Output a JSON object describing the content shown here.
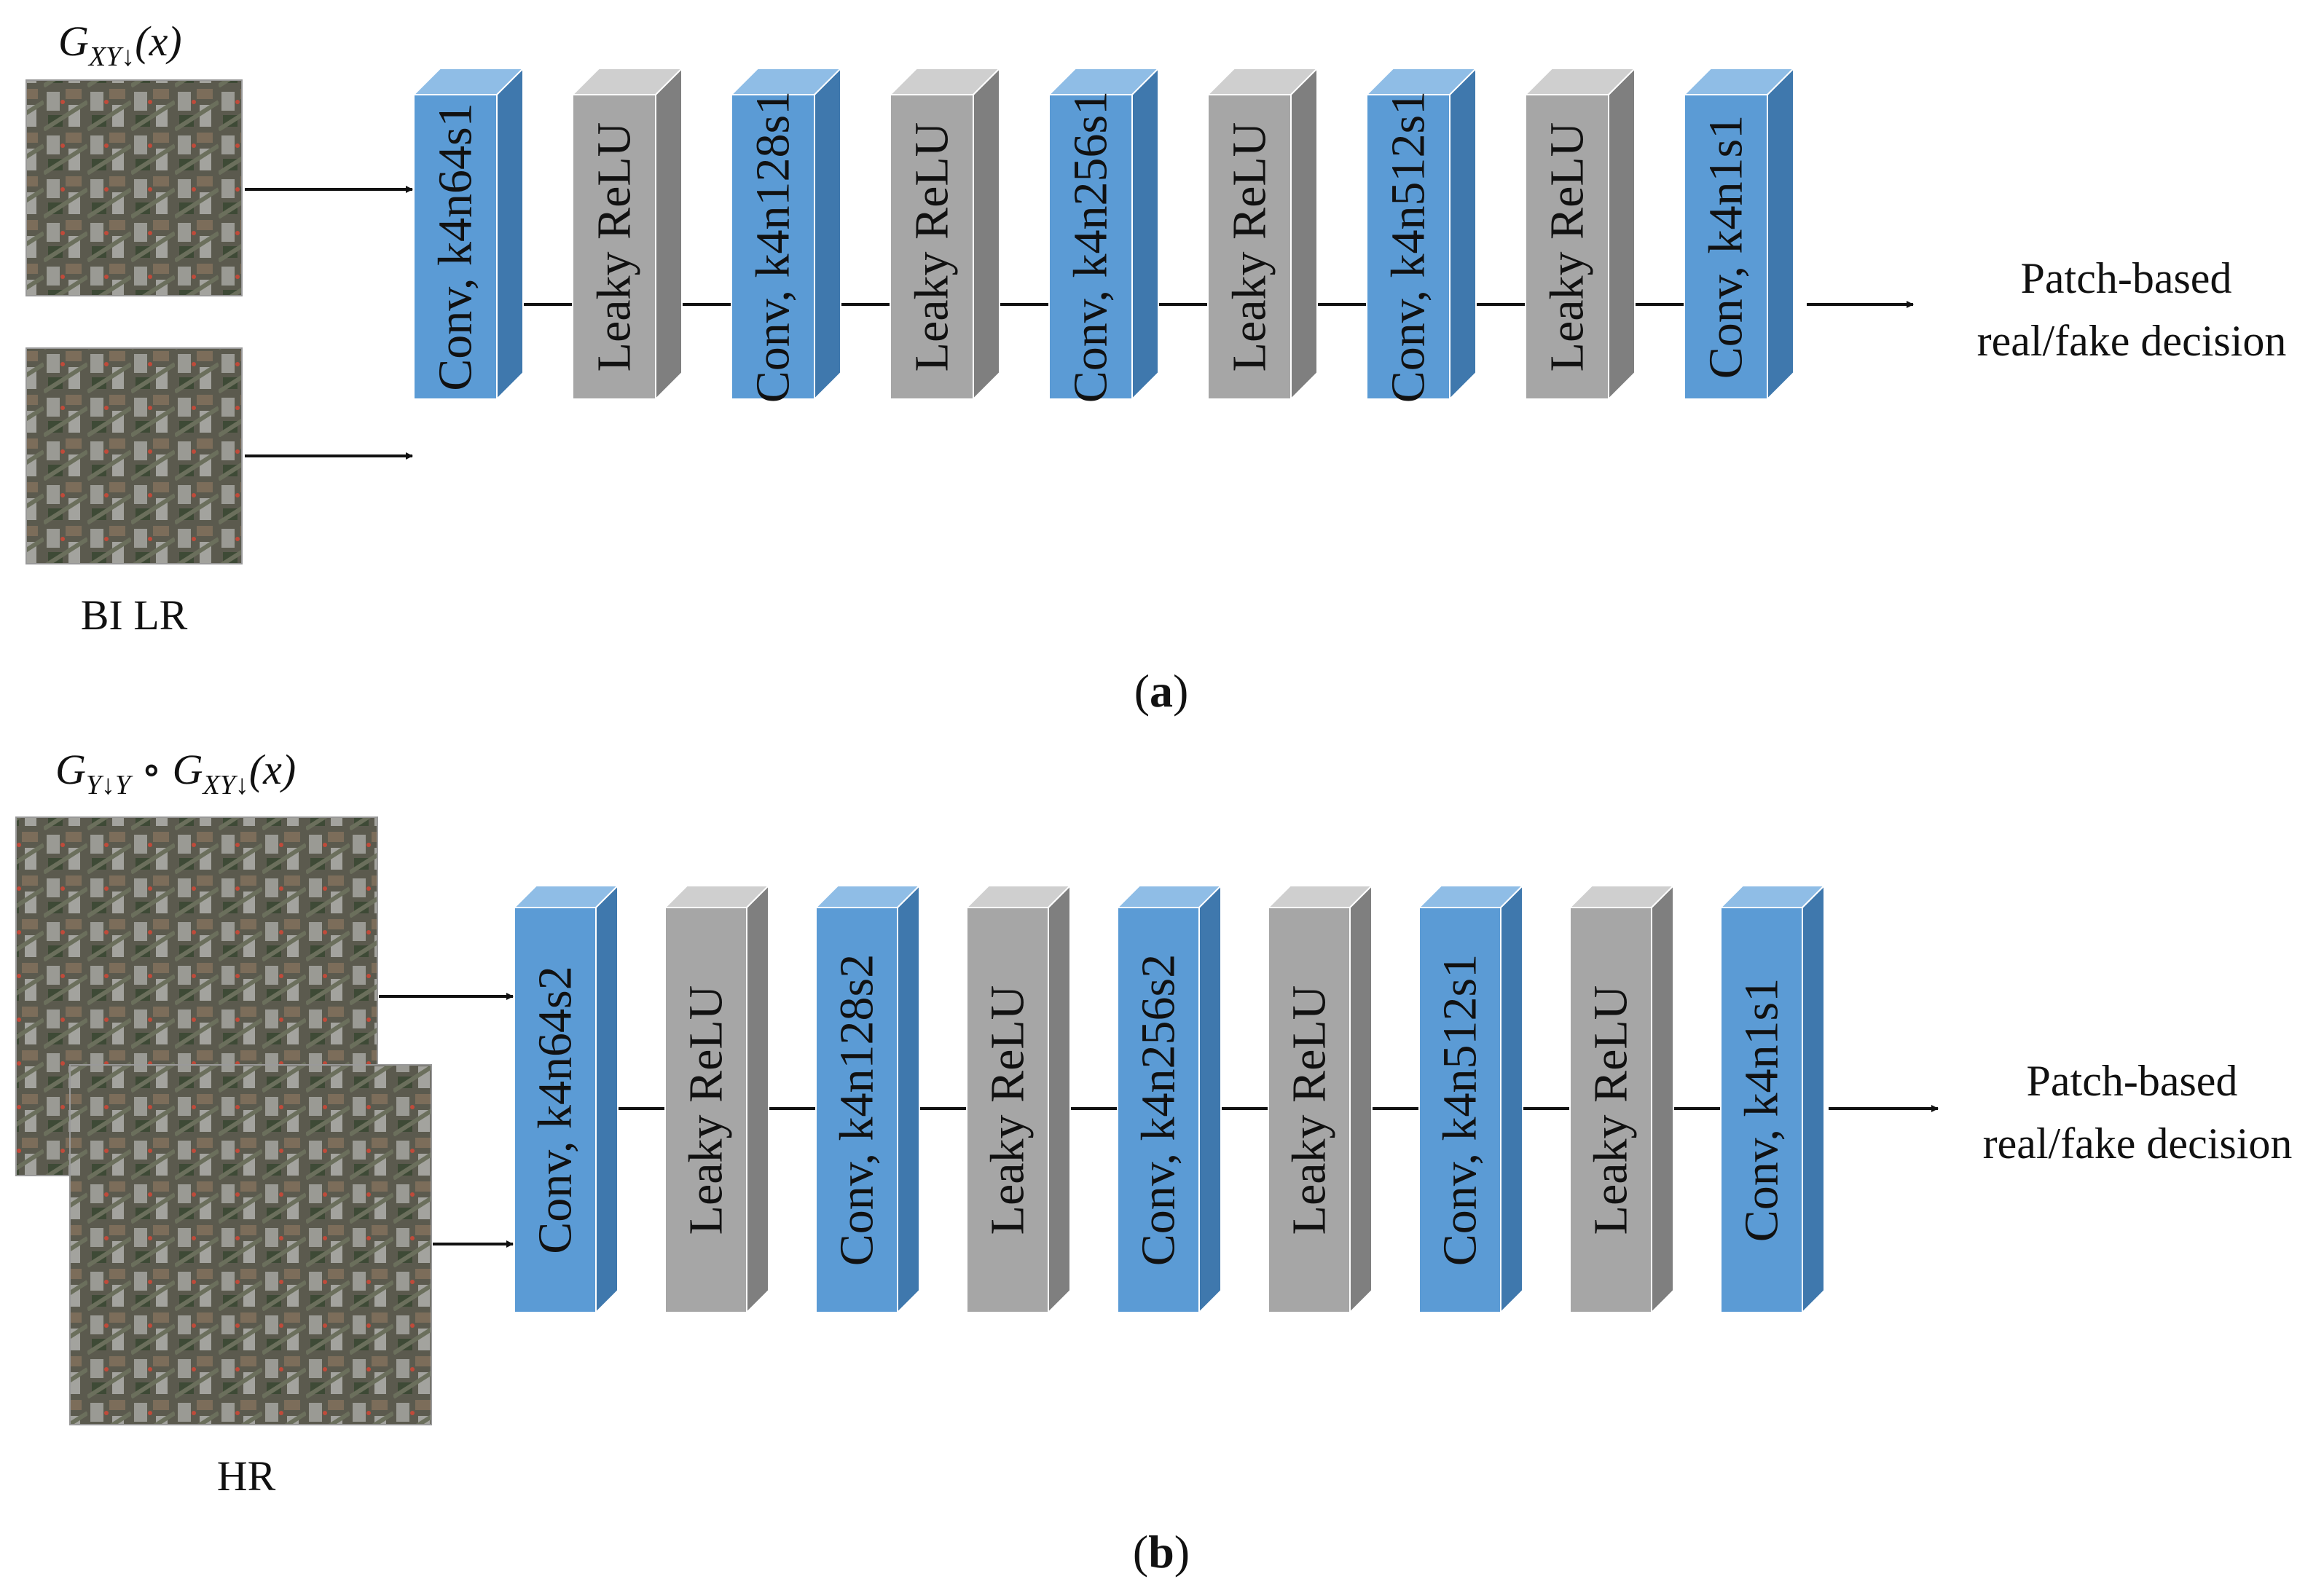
{
  "panel_a": {
    "input_top_label": {
      "base": "G",
      "sub": "XY↓",
      "arg": "(x)"
    },
    "input_bottom_label": "BI LR",
    "blocks": [
      {
        "label": "Conv, k4n64s1",
        "kind": "conv"
      },
      {
        "label": "Leaky ReLU",
        "kind": "relu"
      },
      {
        "label": "Conv, k4n128s1",
        "kind": "conv"
      },
      {
        "label": "Leaky ReLU",
        "kind": "relu"
      },
      {
        "label": "Conv, k4n256s1",
        "kind": "conv"
      },
      {
        "label": "Leaky ReLU",
        "kind": "relu"
      },
      {
        "label": "Conv, k4n512s1",
        "kind": "conv"
      },
      {
        "label": "Leaky ReLU",
        "kind": "relu"
      },
      {
        "label": "Conv, k4n1s1",
        "kind": "conv"
      }
    ],
    "output_lines": [
      "Patch-based",
      "real/fake decision"
    ],
    "caption": {
      "open": "(",
      "letter": "a",
      "close": ")"
    }
  },
  "panel_b": {
    "input_top_label": {
      "base1": "G",
      "sub1": "Y↓Y",
      "op": " ∘ ",
      "base2": "G",
      "sub2": "XY↓",
      "arg": "(x)"
    },
    "input_bottom_label": "HR",
    "blocks": [
      {
        "label": "Conv, k4n64s2",
        "kind": "conv"
      },
      {
        "label": "Leaky ReLU",
        "kind": "relu"
      },
      {
        "label": "Conv, k4n128s2",
        "kind": "conv"
      },
      {
        "label": "Leaky ReLU",
        "kind": "relu"
      },
      {
        "label": "Conv, k4n256s2",
        "kind": "conv"
      },
      {
        "label": "Leaky ReLU",
        "kind": "relu"
      },
      {
        "label": "Conv, k4n512s1",
        "kind": "conv"
      },
      {
        "label": "Leaky ReLU",
        "kind": "relu"
      },
      {
        "label": "Conv, k4n1s1",
        "kind": "conv"
      }
    ],
    "output_lines": [
      "Patch-based",
      "real/fake decision"
    ],
    "caption": {
      "open": "(",
      "letter": "b",
      "close": ")"
    }
  },
  "colors": {
    "conv_front": "#5b9bd5",
    "conv_top": "#8fbde6",
    "conv_side": "#3f78ad",
    "relu_front": "#a6a6a6",
    "relu_top": "#cfcfcf",
    "relu_side": "#7f7f7f",
    "line": "#111111"
  },
  "icons": {
    "input_image": "aerial-image-icon"
  }
}
